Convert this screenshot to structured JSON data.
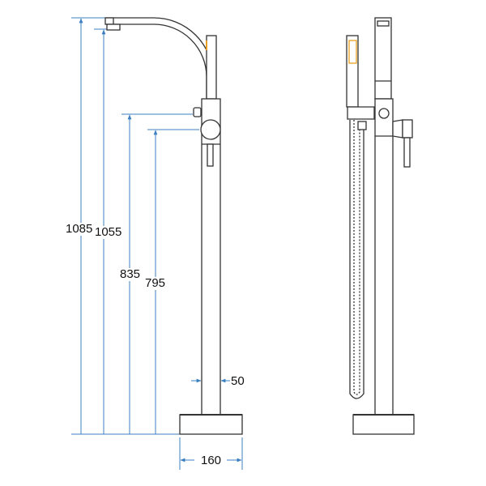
{
  "dimensions": {
    "total_height": "1085",
    "spout_outlet_height": "1055",
    "diverter_height": "835",
    "handle_height": "795",
    "pipe_diameter": "50",
    "base_width": "160"
  },
  "colors": {
    "dimension_line": "#3b7fc0",
    "outline": "#333333",
    "accent": "#e8a020"
  }
}
